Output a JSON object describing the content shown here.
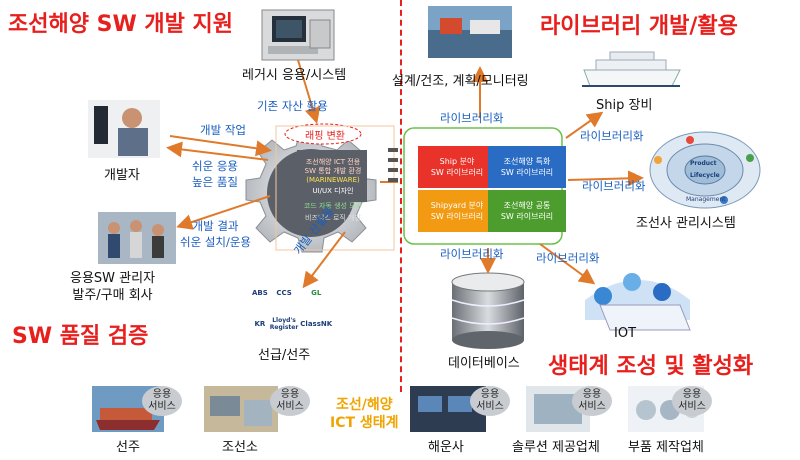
{
  "titles": {
    "left_top": "조선해양 SW 개발 지원",
    "right_top": "라이브러리 개발/활용",
    "left_bottom": "SW 품질 검증",
    "right_bottom": "생태계 조성 및 활성화"
  },
  "left": {
    "legacy_label": "레거시 응용/시스템",
    "developer_label": "개발자",
    "app_company_label_1": "응용SW 관리자",
    "app_company_label_2": "발주/구매 회사",
    "class_label": "선급/선주",
    "existing_asset": "기존 자산 활용",
    "mapping_transform": "래핑 변환",
    "dev_work": "개발 작업",
    "easy_app_1": "쉬운 응용",
    "easy_app_2": "높은 품질",
    "dev_result_1": "개발 결과",
    "dev_result_2": "쉬운 설치/운용",
    "dev_output": "개발 산출물"
  },
  "gear": {
    "line1": "조선해양 ICT 전용",
    "line2": "SW 통합 개발 환경",
    "line3": "(MARINEWARE)",
    "ui": "UI/UX 디자인",
    "code": "코드 자동 생성 도구",
    "biz": "비즈니스 로직 개발"
  },
  "logos": [
    "ABS",
    "CCS",
    "GL",
    "KR",
    "Lloyd's Register",
    "ClassNK"
  ],
  "library": {
    "tiles": [
      {
        "l1": "Ship 분야",
        "l2": "SW 라이브러리",
        "color": "#e8322a"
      },
      {
        "l1": "조선해양 특화",
        "l2": "SW 라이브러리",
        "color": "#2a6bc4"
      },
      {
        "l1": "Shipyard 분야",
        "l2": "SW 라이브러리",
        "color": "#f29b12"
      },
      {
        "l1": "조선해양 공통",
        "l2": "SW 라이브러리",
        "color": "#4c9c2e"
      }
    ],
    "lib_top": "라이브러리화",
    "lib_bottom": "라이브러리화",
    "lib_ship": "라이브러리화",
    "lib_yard": "라이브러리화",
    "lib_iot": "라이브러리화"
  },
  "right": {
    "design_label": "설계/건조, 계획/모니터링",
    "ship_label": "Ship 장비",
    "yard_label": "조선사 관리시스템",
    "db_label": "데이터베이스",
    "iot_label": "IOT",
    "yard_diagram": {
      "product": "Product",
      "lifecycle": "Lifecycle",
      "management": "Management"
    }
  },
  "bottom": {
    "ecosystem_1": "조선/해양",
    "ecosystem_2": "ICT 생태계",
    "service_1": "응용",
    "service_2": "서비스",
    "items": [
      "선주",
      "조선소",
      "해운사",
      "솔루션 제공업체",
      "부품 제작업체"
    ]
  }
}
